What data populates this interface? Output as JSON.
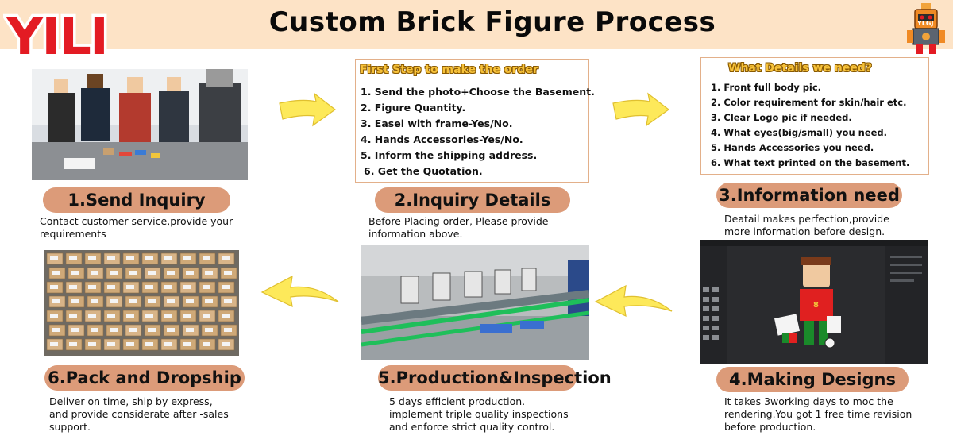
{
  "brand": {
    "logo_text": "YILI",
    "mascot_text": "YLGJ",
    "accent": "#e31b23"
  },
  "header": {
    "title": "Custom Brick Figure  Process",
    "band_color": "#fde3c6"
  },
  "step_color": "#dc9b79",
  "arrow_color": "#fde95a",
  "steps": [
    {
      "title": "1.Send Inquiry",
      "desc": [
        "Contact customer service,provide your",
        "requirements"
      ]
    },
    {
      "title": "2.Inquiry Details",
      "desc": [
        "Before Placing order, Please provide",
        "information above."
      ]
    },
    {
      "title": "3.Information need",
      "desc": [
        "Deatail makes perfection,provide",
        "more information before design."
      ]
    },
    {
      "title": "4.Making Designs",
      "desc": [
        "It takes 3working days to moc the",
        "rendering.You got 1 free time revision",
        "before production."
      ]
    },
    {
      "title": "5.Production&Inspection",
      "desc": [
        "5 days efficient production.",
        "implement triple quality inspections",
        "and enforce strict quality control."
      ]
    },
    {
      "title": "6.Pack and Dropship",
      "desc": [
        "Deliver on time, ship by express,",
        "and provide considerate after -sales",
        "support."
      ]
    }
  ],
  "order_panel": {
    "title": "First Step to make the order",
    "items": [
      "1. Send the photo+Choose the Basement.",
      "2. Figure Quantity.",
      "3. Easel with frame-Yes/No.",
      "4. Hands Accessories-Yes/No.",
      "5. Inform the shipping address.",
      "6. Get the Quotation."
    ]
  },
  "details_panel": {
    "title": "What Details we need?",
    "items": [
      "1. Front full body pic.",
      "2. Color requirement for skin/hair etc.",
      "3. Clear Logo pic if needed.",
      "4. What eyes(big/small) you need.",
      "5. Hands Accessories you need.",
      "6. What text printed on the basement."
    ]
  }
}
